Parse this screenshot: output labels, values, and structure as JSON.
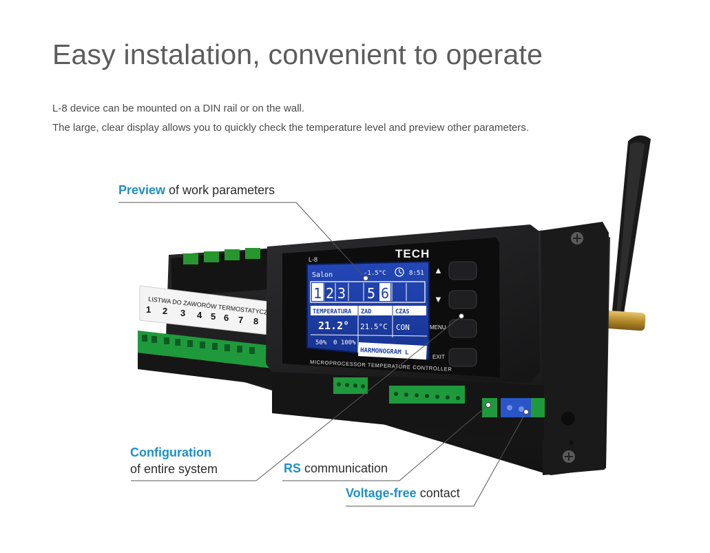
{
  "header": {
    "title": "Easy instalation, convenient to operate",
    "desc_line1": "L-8 device can be mounted on a DIN rail or on the wall.",
    "desc_line2": "The large, clear display allows you to quickly check the temperature level and preview other parameters."
  },
  "callouts": {
    "preview": {
      "highlight": "Preview",
      "text": " of work parameters"
    },
    "configuration": {
      "highlight": "Configuration",
      "text": "of entire system"
    },
    "rs": {
      "highlight": "RS",
      "text": " communication"
    },
    "voltage": {
      "highlight": "Voltage-free",
      "text": " contact"
    }
  },
  "device": {
    "brand": "TECH",
    "model": "L-8",
    "strip_label": "LISTWA DO ZAWORÓW TERMOSTATYCZNYCH",
    "strip_numbers": [
      "1",
      "2",
      "3",
      "4",
      "5",
      "6",
      "7",
      "8"
    ],
    "panel_caption": "MICROPROCESSOR TEMPERATURE CONTROLLER",
    "buttons": {
      "up": "▲",
      "down": "▼",
      "menu": "MENU",
      "exit": "EXIT"
    },
    "lcd": {
      "room": "Salon",
      "outdoor_temp": "-1.5°C",
      "clock": "8:51",
      "zones": [
        "1",
        "2",
        "3",
        "",
        "5",
        "6",
        "",
        ""
      ],
      "temp_label": "TEMPERATURA",
      "temp_value": "21.2°",
      "set_label": "ZAD",
      "set_value": "21.5°C",
      "time_label": "CZAS",
      "time_value": "CON",
      "humidity": "50%",
      "valve": "0 100%",
      "schedule": "HARMONOGRAM L"
    }
  },
  "colors": {
    "accent": "#1f8fc9",
    "lcd_bg": "#1b3fa8",
    "terminal_green": "#1e9a3c",
    "device_body": "#1d1d1f"
  }
}
